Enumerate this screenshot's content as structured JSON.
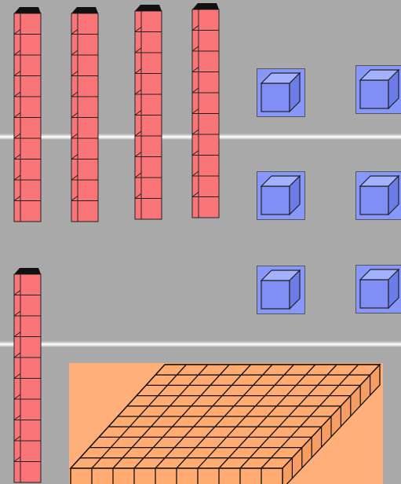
{
  "colors": {
    "background": "#a9a9a9",
    "divider": "#f4f4f4",
    "rod_fill": "#f97578",
    "rod_top": "#111111",
    "unit_fill": "#7f8ff5",
    "unit_tile": "#8797fa",
    "flat_bg": "#ffaf79",
    "flat_fill": "#ffab72",
    "grid_line": "#111111"
  },
  "workspace": {
    "rows": [
      {
        "name": "row-1",
        "tens_rods": 4,
        "unit_cubes": 4
      },
      {
        "name": "row-2",
        "tens_rods": 1,
        "unit_cubes": 2,
        "hundreds_flats": 1
      }
    ],
    "rod_segments": 10,
    "flat_grid": "10x10"
  }
}
